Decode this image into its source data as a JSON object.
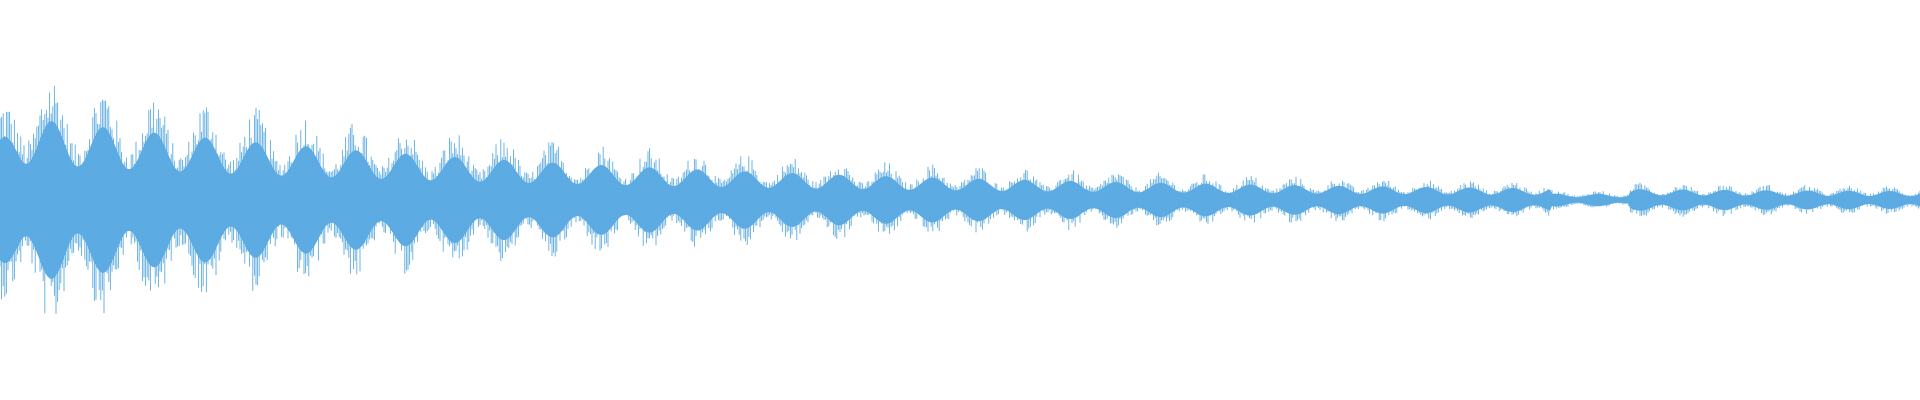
{
  "waveform": {
    "color": "#5dabe2",
    "background": "#ffffff",
    "decay": "exponential",
    "peak_level": 0.92,
    "tail_level": 0.06,
    "beat_modulation": true
  }
}
